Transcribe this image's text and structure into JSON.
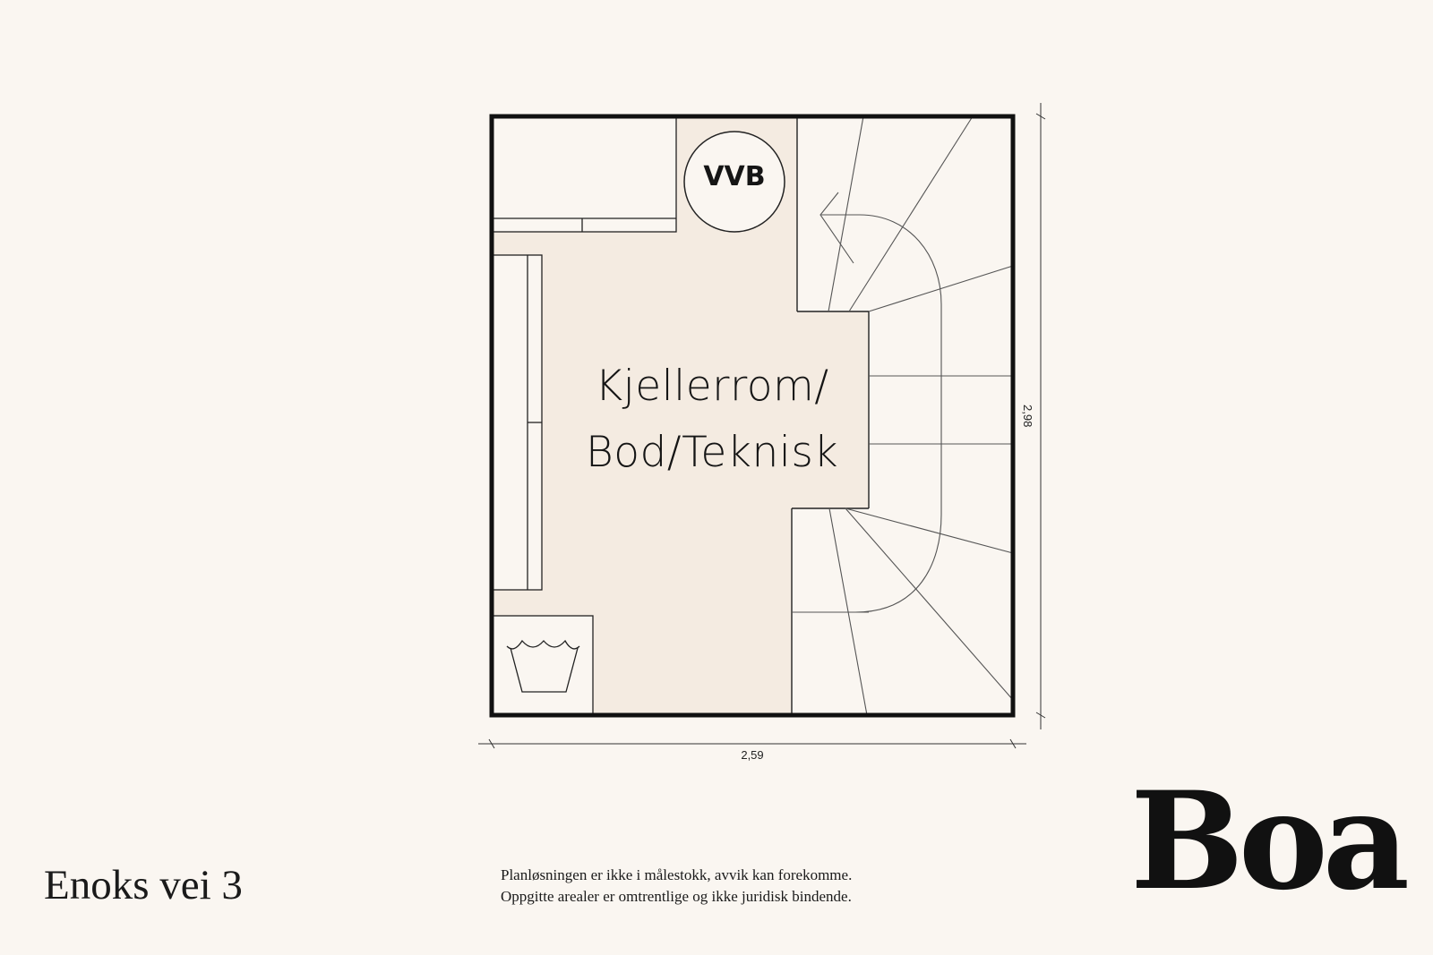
{
  "plan": {
    "room_label_line1": "Kjellerrom/",
    "room_label_line2": "Bod/Teknisk",
    "water_heater_label": "VVB",
    "width_dimension": "2,59",
    "height_dimension": "2,98",
    "floor_color": "#f4ebe1",
    "wall_color": "#111111"
  },
  "footer": {
    "address": "Enoks vei 3",
    "disclaimer_line1": "Planløsningen er ikke i målestokk, avvik kan forekomme.",
    "disclaimer_line2": "Oppgitte arealer er omtrentlige og ikke juridisk bindende.",
    "brand": "Boa"
  }
}
